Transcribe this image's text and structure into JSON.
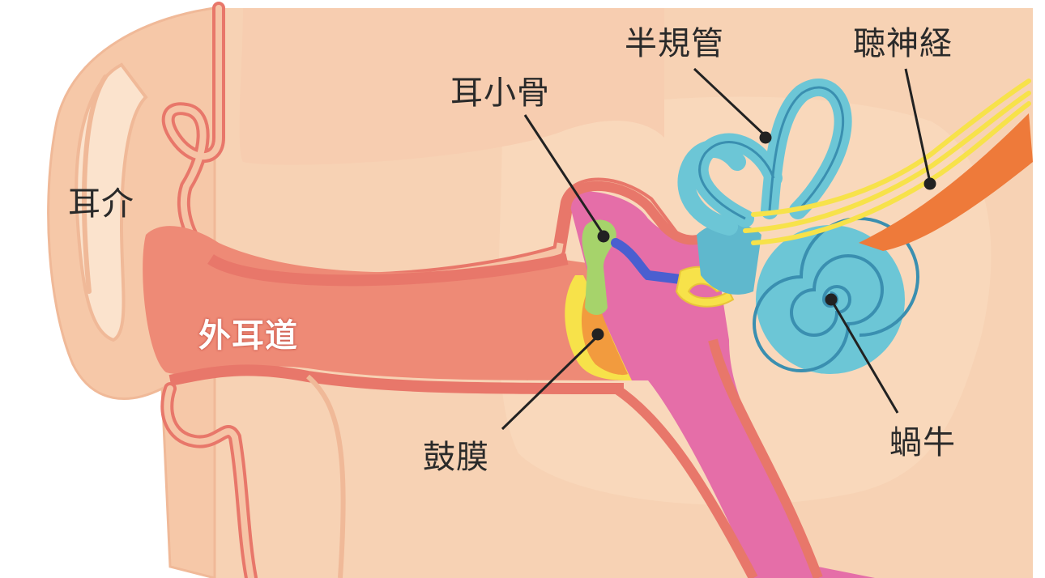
{
  "labels": {
    "auricle": "耳介",
    "ear_canal": "外耳道",
    "ossicles": "耳小骨",
    "semicircular_canals": "半規管",
    "auditory_nerve": "聴神経",
    "eardrum": "鼓膜",
    "cochlea": "蝸牛"
  },
  "colors": {
    "skin": "#f7d2b4",
    "skin_light": "#fbe3cd",
    "outline": "#e8776a",
    "canal": "#ee8a76",
    "middle_ear": "#e56ea8",
    "inner_ear": "#6cc6d6",
    "nerve_yellow": "#f7e24a",
    "nerve_orange": "#ee7a3a",
    "ossicle_green": "#a6d36b",
    "ossicle_orange": "#f29b3e"
  }
}
